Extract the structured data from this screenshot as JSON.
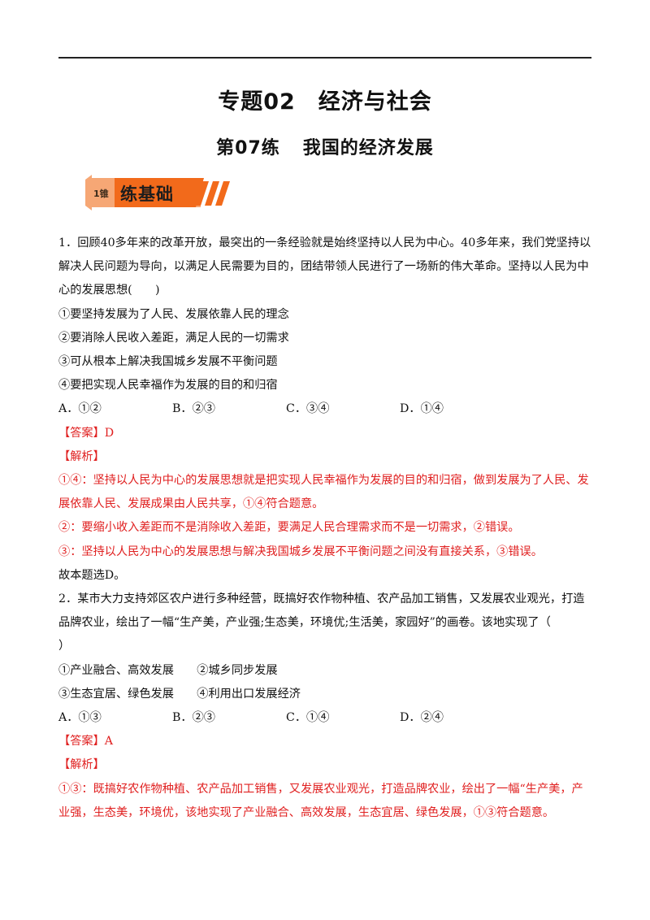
{
  "header": {
    "title_prefix": "专题02",
    "title_main": "经济与社会",
    "subtitle_prefix": "第07练",
    "subtitle_main": "我国的经济发展"
  },
  "banner": {
    "number": "1锥",
    "label": "练基础"
  },
  "questions": [
    {
      "stem_lines": [
        "1．回顾40多年来的改革开放，最突出的一条经验就是始终坚持以人民为中心。40多年来，我们党坚持以",
        "解决人民问题为导向，以满足人民需要为目的，团结带领人民进行了一场新的伟大革命。坚持以人民为中",
        "心的发展思想(　　)"
      ],
      "statements": [
        "①要坚持发展为了人民、发展依靠人民的理念",
        "②要消除人民收入差距，满足人民的一切需求",
        "③可从根本上解决我国城乡发展不平衡问题",
        "④要把实现人民幸福作为发展的目的和归宿"
      ],
      "options": [
        "A．①②",
        "B．②③",
        "C．③④",
        "D．①④"
      ],
      "answer_label": "【答案】",
      "answer_value": "D",
      "analysis_label": "【解析】",
      "analysis_lines": [
        "①④：坚持以人民为中心的发展思想就是把实现人民幸福作为发展的目的和归宿，做到发展为了人民、发",
        "展依靠人民、发展成果由人民共享，①④符合题意。",
        "②：要缩小收入差距而不是消除收入差距，要满足人民合理需求而不是一切需求，②错误。",
        "③：坚持以人民为中心的发展思想与解决我国城乡发展不平衡问题之间没有直接关系，③错误。"
      ],
      "conclusion": "故本题选D。"
    },
    {
      "stem_lines": [
        "2．某市大力支持郊区农户进行多种经营，既搞好农作物种植、农产品加工销售，又发展农业观光，打造",
        "品牌农业，绘出了一幅“生产美，产业强;生态美，环境优;生活美，家园好”的画卷。该地实现了（",
        "）"
      ],
      "statements": [
        "①产业融合、高效发展　　②城乡同步发展",
        "③生态宜居、绿色发展　　④利用出口发展经济"
      ],
      "options": [
        "A．①③",
        "B．②③",
        "C．①④",
        "D．②④"
      ],
      "answer_label": "【答案】",
      "answer_value": "A",
      "analysis_label": "【解析】",
      "analysis_lines": [
        "①③：既搞好农作物种植、农产品加工销售，又发展农业观光，打造品牌农业，绘出了一幅“生产美，产",
        "业强，生态美，环境优，该地实现了产业融合、高效发展，生态宜居、绿色发展，①③符合题意。"
      ]
    }
  ],
  "colors": {
    "banner_orange": "#f26a1b",
    "banner_light": "#f6a775",
    "analysis_red": "#e02020"
  }
}
